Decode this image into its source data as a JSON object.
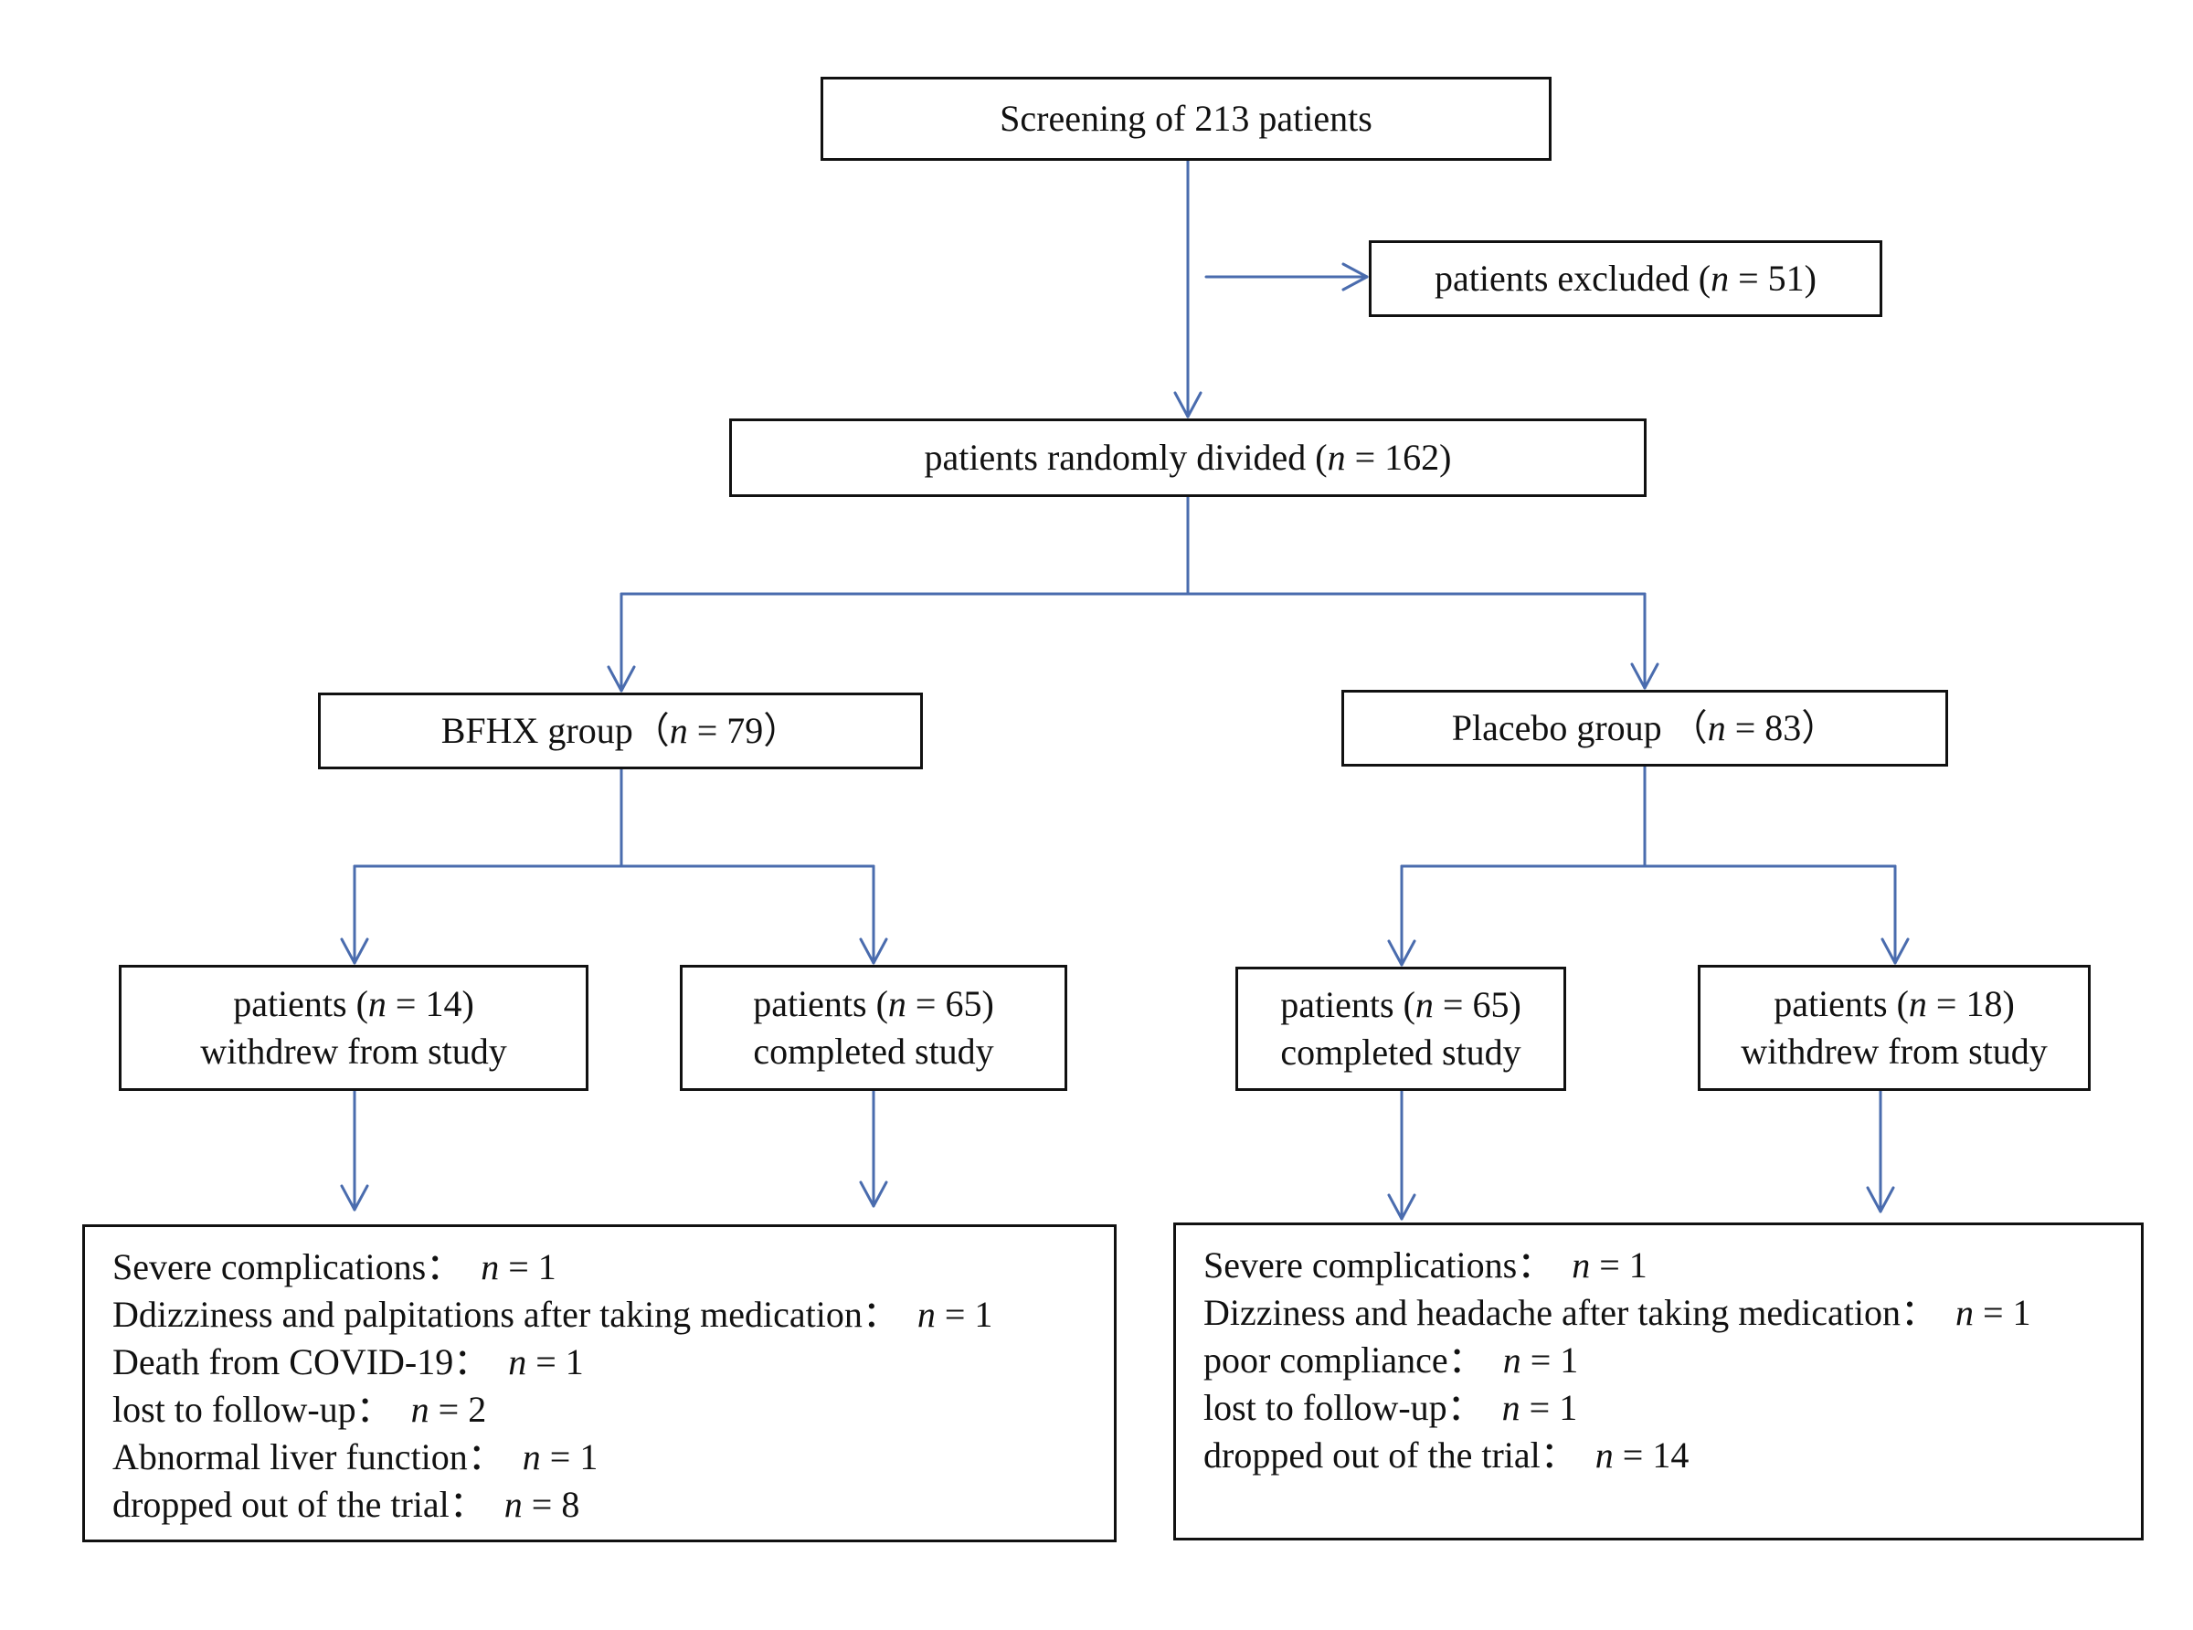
{
  "colors": {
    "connector": "#4a6cae",
    "border": "#111111",
    "text": "#111111"
  },
  "screening": {
    "label": "Screening of 213 patients"
  },
  "excluded": {
    "pre": "patients excluded (",
    "n_symbol": "n",
    "post": " = 51)"
  },
  "randomized": {
    "pre": "patients randomly divided (",
    "n_symbol": "n",
    "post": " = 162)"
  },
  "bfhx_group": {
    "pre": "BFHX group（",
    "n_symbol": "n",
    "post": " = 79）"
  },
  "placebo_group": {
    "pre": "Placebo group （",
    "n_symbol": "n",
    "post": " = 83）"
  },
  "bfhx_withdrew": {
    "pre": "patients (",
    "n_symbol": "n",
    "post": " = 14)",
    "line2": "withdrew from study"
  },
  "bfhx_completed": {
    "pre": "patients (",
    "n_symbol": "n",
    "post": " = 65)",
    "line2": "completed study"
  },
  "placebo_completed": {
    "pre": "patients (",
    "n_symbol": "n",
    "post": " = 65)",
    "line2": "completed study"
  },
  "placebo_withdrew": {
    "pre": "patients (",
    "n_symbol": "n",
    "post": " = 18)",
    "line2": "withdrew from study"
  },
  "bfhx_reasons": [
    {
      "label": "Severe complications：",
      "n_symbol": "n",
      "value": " = 1"
    },
    {
      "label": "Ddizziness and palpitations after taking medication：",
      "n_symbol": "n",
      "value": " = 1"
    },
    {
      "label": "Death from COVID-19：",
      "n_symbol": "n",
      "value": " = 1"
    },
    {
      "label": "lost to follow-up：",
      "n_symbol": "n",
      "value": " = 2"
    },
    {
      "label": "Abnormal liver function：",
      "n_symbol": "n",
      "value": " = 1"
    },
    {
      "label": "dropped out of the trial：",
      "n_symbol": "n",
      "value": " = 8"
    }
  ],
  "placebo_reasons": [
    {
      "label": "Severe complications：",
      "n_symbol": "n",
      "value": " = 1"
    },
    {
      "label": "Dizziness and headache after taking medication：",
      "n_symbol": "n",
      "value": " = 1"
    },
    {
      "label": "poor compliance：",
      "n_symbol": "n",
      "value": " = 1"
    },
    {
      "label": "lost to follow-up：",
      "n_symbol": "n",
      "value": " = 1"
    },
    {
      "label": "dropped out of the trial：",
      "n_symbol": "n",
      "value": " = 14"
    }
  ]
}
